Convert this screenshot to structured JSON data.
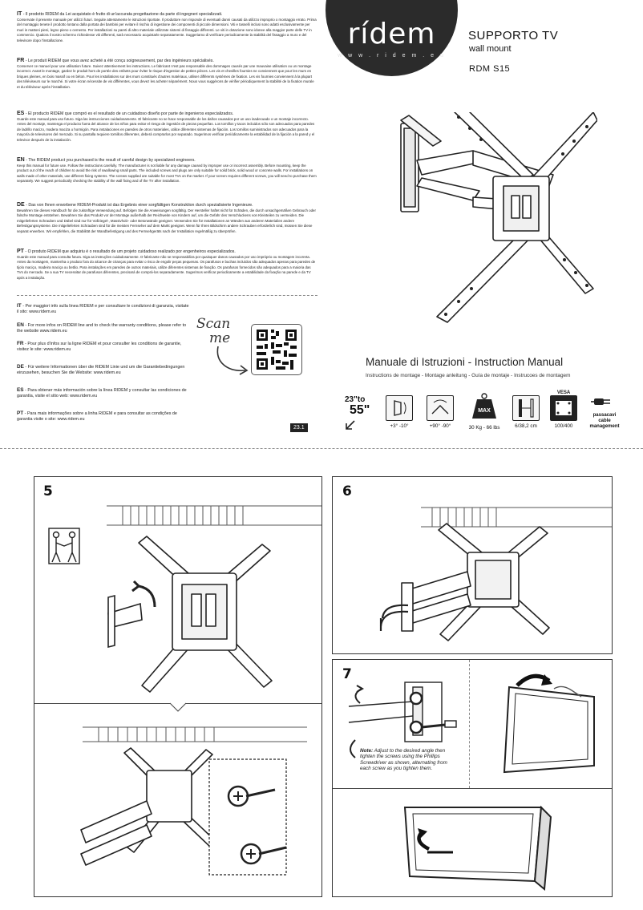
{
  "brand": {
    "name": "rídem",
    "url": "w w w . r i d e m . e u"
  },
  "product": {
    "title": "SUPPORTO TV",
    "subtitle": "wall mount",
    "model": "RDM S15"
  },
  "languages": [
    {
      "code": "IT",
      "header": "- Il prodotto RIDEM da Lei acquistato è frutto di un'accurata progettazione da parte di ingegneri specializzati.",
      "body": "Conservate il presente manuale per utilizzi futuri. Seguite attentamente le istruzioni riportate. Il produttore non risponde di eventuali danni causati da utilizzo improprio o montaggio errato. Prima del montaggio tenete il prodotto lontano dalla portata dei bambini per evitare il rischio di ingestione dei componenti di piccole dimensioni. Viti e tasselli inclusi sono adatti esclusivamente per muri in mattoni pieni, legno pieno o cemento. Per installazioni su pareti di altro materiale utilizzate sistemi di fissaggio differenti. Le viti in dotazione sono idonee alla maggior parte delle TV in commercio. Qualora il vostro schermo richiedesse viti differenti, sarà necessario acquistarle separatamente. Suggeriamo di verificare periodicamente la stabilità del fissaggio a muro e del televisore dopo l'installazione."
    },
    {
      "code": "FR",
      "header": "- Le produit RIDEM que vous avez acheté a été conçu soigneusement, par des ingénieurs spécialisés.",
      "body": "Conserver ce manuel pour une utilisation future. Suivez attentivement les instructions. Le fabricant n'est pas responsable des dommages causés par une mauvaise utilisation ou un montage incorrect. Avant le montage, gardez le produit hors de portée des enfants pour éviter le risque d'ingestion de petites pièces. Les vis et chevilles fournies ne conviennent que pour les murs en briques pleines, en bois massif ou en béton. Pour les installations sur des murs constitués d'autres matériaux, utiliser différents systèmes de fixation. Les vis fournies conviennent à la plupart des téléviseurs sur le marché. Si votre écran nécessite de vis différentes, vous devez les acheter séparément. Nous vous suggérons de vérifier périodiquement la stabilité de la fixation murale et du téléviseur après l'installation."
    },
    {
      "code": "ES",
      "header": "- El producto RIDEM que compró es el resultado de un cuidadoso diseño por parte de ingenieros especializados.",
      "body": "Guarde este manual para uso futuro. Siga las instrucciones cuidadosamente. El fabricante no se hace responsable de los daños causados por un uso inadecuado o un montaje incorrecto. Antes del montaje, mantenga el producto fuera del alcance de los niños para evitar el riesgo de ingestión de piezas pequeñas. Los tornillos y tacos incluidos sólo son adecuados para paredes de ladrillo macizo, madera maciza u hormigón. Para instalaciones en paredes de otros materiales, utilice diferentes sistemas de fijación. Los tornillos suministrados son adecuados para la mayoría de televisores del mercado. Si su pantalla requiere tornillos diferentes, deberá comprarlos por separado. Sugerimos verificar periódicamente la estabilidad de la fijación a la pared y el televisor después de la instalación."
    },
    {
      "code": "EN",
      "header": "- The RIDEM product you purchased is the result of careful design by specialized engineers.",
      "body": "Keep this manual for future use. Follow the instructions carefully. The manufacturer is not liable for any damage caused by improper use or incorrect assembly. Before mounting, keep the product out of the reach of children to avoid the risk of swallowing small parts. The included screws and plugs are only suitable for solid brick, solid wood or concrete walls. For installations on walls made of other materials, use different fixing systems. The screws supplied are suitable for most TVs on the market. If your screen requires different screws, you will need to purchase them separately. We suggest periodically checking the stability of the wall fixing and of the TV after installation."
    },
    {
      "code": "DE",
      "header": "- Das von Ihnen erworbene RIDEM-Produkt ist das Ergebnis einer sorgfältigen Konstruktion durch spezialisierte Ingenieure.",
      "body": "Bewahren Sie dieses Handbuch für die zukünftige Verwendung auf. Befolgen Sie die Anweisungen sorgfältig. Der Hersteller haftet nicht für Schäden, die durch unsachgemäßen Gebrauch oder falsche Montage entstehen. Bewahren Sie das Produkt vor der Montage außerhalb der Reichweite von Kindern auf, um die Gefahr des Verschluckens von Kleinteilen zu vermeiden. Die mitgelieferten Schrauben und Dübel sind nur für Vollziegel-, Massivholz- oder Betonwände geeignet. Verwenden Sie für Installationen an Wänden aus anderen Materialien andere Befestigungssysteme. Die mitgelieferten Schrauben sind für die meisten Fernseher auf dem Markt geeignet. Wenn für Ihren Bildschirm andere Schrauben erforderlich sind, müssen Sie diese separat erwerben. Wir empfehlen, die Stabilität der Wandbefestigung und des Fernsehgeräts nach der Installation regelmäßig zu überprüfen."
    },
    {
      "code": "PT",
      "header": "- O produto RIDEM que adquiriu é o resultado de um projeto cuidadoso realizado por engenheiros especializados.",
      "body": "Guarde este manual para consulta futura. Siga as instruções cuidadosamente. O fabricante não se responsabiliza por quaisquer danos causados por uso impróprio ou montagem incorreta. Antes da montagem, mantenha o produto fora do alcance de crianças para evitar o risco de engolir peças pequenas. Os parafusos e buchas incluídos são adequados apenas para paredes de tijolo maciço, madeira maciça ou betão. Para instalações em paredes de outros materiais, utilize diferentes sistemas de fixação. Os parafusos fornecidos são adequados para a maioria das TVs do mercado. Se a sua TV necessitar de parafusos diferentes, precisará de comprá-los separadamente. Sugerimos verificar periodicamente a estabilidade da fixação na parede e da TV após a instalação."
    }
  ],
  "info": [
    {
      "code": "IT",
      "text": "- Per maggiori info sulla linea RIDEM e per consultare le condizioni di garanzia, visitate il sito: www.ridem.eu"
    },
    {
      "code": "EN",
      "text": "- For more infos on RIDEM line and to check the warranty conditions, please refer to the website www.ridem.eu"
    },
    {
      "code": "FR",
      "text": "- Pour plus d'infos sur la ligne RIDEM et pour consulter les conditions de garantie, visitez le site: www.ridem.eu"
    },
    {
      "code": "DE",
      "text": "- Für weitere Informationen über die RIDEM Linie und um die Garantiebedingungen einzusehen, besuchen Sie die Website: www.ridem.eu"
    },
    {
      "code": "ES",
      "text": "- Para obtener más información sobre la línea RIDEM y consultar las condiciones de garantía, visite el sitio web: www.ridem.eu"
    },
    {
      "code": "PT",
      "text": "- Para mais informações sobre a linha RIDEM e para consultar as condições de garantia visite o site: www.ridem.eu"
    }
  ],
  "scan": {
    "line1": "Scan",
    "line2": "me"
  },
  "version": "23.1",
  "manual": {
    "title": "Manuale di Istruzioni - Instruction Manual",
    "subtitle": "Instructions de montage - Montage anleitung - Guía de montaje - Instrucoes de montagem"
  },
  "specs": {
    "size_from": "23\"to",
    "size_to": "55\"",
    "tilt": "+3° -10°",
    "swivel": "+90° -90°",
    "max_badge": "MAX",
    "weight": "30 Kg - 66 lbs",
    "depth": "6/38,2 cm",
    "vesa_label": "VESA",
    "vesa": "100/400",
    "cable_line1": "passacavi",
    "cable_line2": "cable",
    "cable_line3": "management"
  },
  "steps": {
    "s5": "5",
    "s6": "6",
    "s7": "7",
    "note_label": "Note:",
    "note_text": " Adjust to the desired angle then tighten the screws using the Phillips Screwdriver as shown, alternating from each screw as you tighten them."
  }
}
